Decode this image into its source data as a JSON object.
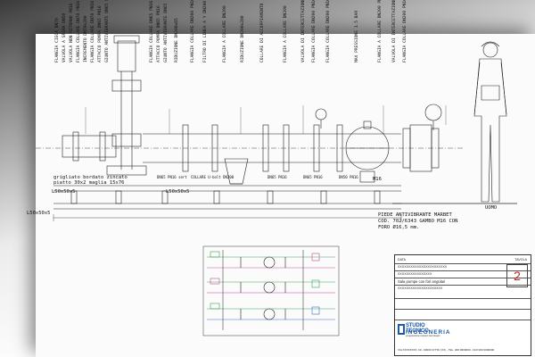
{
  "drawing": {
    "component_labels": [
      "FLANGIA CIECA DN70",
      "VALVOLA A SFERA DN50",
      "VALVOLA NON RITORNO PN16",
      "FLANGIA COLLARE DN70 PN16",
      "INCREMENTO DN70x200",
      "FLANGIA COLLARE DN70 PN16",
      "ATTACCO POMPA DN65 PN16",
      "GIUNTO ANTIVIBRANTE DN65 PN16",
      "FLANGIA COLLARE DN65 PN16",
      "ATTACCO POMPA DN65 PN16",
      "GIUNTO ANTIVIBRANTE DN65",
      "RIDUZIONE DN200x65",
      "FLANGIA COLLARE DN200 PN16",
      "FILTRO DI LINEA A Y DN200 PN16",
      "FLANGIA A COLLARE DN200",
      "RIDUZIONE DN200x200",
      "COLLARE DI ACCOPPIAMENTO",
      "FLANGIA A COLLARE DN200",
      "VALVOLA DI INTERCETTAZIONE",
      "FLANGIA COLLARE DN200 PN16",
      "FLANGIA COLLARE DN200 PN16",
      "MAX PRESSIONE 1.5 BAR",
      "FLANGIA A COLLARE DN200 PN16",
      "VALVOLA DI INTERCETTAZIONE",
      "FLANGIA COLLARE DN200 PN16"
    ],
    "small_labels": [
      "DN65 PN16 sert",
      "COLLARE U-bolt DN200",
      "DN65 PN16",
      "DN65 PN16",
      "DN50 PN16"
    ],
    "grating_note": "grigliato bordato zincato\npiatto 30x2 maglia 15x76",
    "beam_left": "L50x50x5",
    "beam_right": "L50x50x5",
    "dim_left": "L50x50x5",
    "marker": "M16",
    "foot_note": "PIEDE ANTIVIBRANTE MARBET\nCOD. 702/6343 GAMBO M16 CON\nFORO Ø16,5 mm.",
    "figure_caption": "UOMO"
  },
  "title_block": {
    "rows": [
      "DATA",
      "XXXXXXXXXXXXXXXXXXXXXXX",
      "XXXXXXXXXXXXXXXX",
      "Sala pompe con fori angolari",
      "XXXXXXXXXXXXXXXXXXXXX"
    ],
    "sheet_number": "2",
    "sheet_label": "TAVOLA",
    "company_name": "STUDIO TECNICO",
    "company_sub": "INGEGNERIA",
    "company_tag": "progettazione impianti tecnologici",
    "address": "VIA XXXXXXXX, 00 - 00000 CITTA' (XX) - TEL. 000 0000000 - FAX 000 0000000"
  },
  "colors": {
    "line": "#222222",
    "schematic_green": "#3aa35a",
    "schematic_magenta": "#c8479b",
    "schematic_blue": "#3a6ec8",
    "logo_blue": "#1e5aa8",
    "sheet_red": "#cc2222"
  }
}
